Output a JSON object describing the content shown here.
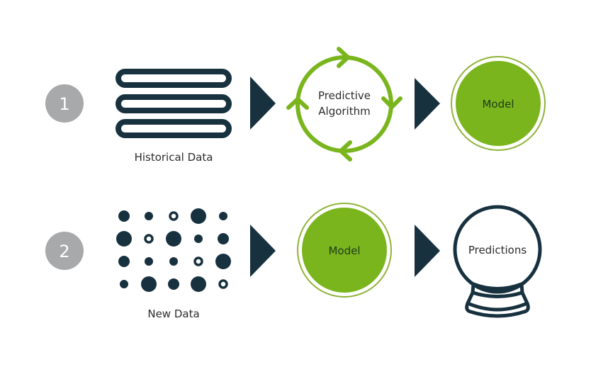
{
  "colors": {
    "dark": "#17313f",
    "green": "#7ab51d",
    "green_dark_ring": "#8fb33a",
    "step_badge": "#a8a9ab",
    "badge_text": "#ffffff",
    "text": "#2b2b2b",
    "model_text": "#1e3b1a"
  },
  "steps": [
    {
      "number": "1",
      "input_label": "Historical Data",
      "input_icon": "stacked-bars-icon",
      "process_label_line1": "Predictive",
      "process_label_line2": "Algorithm",
      "process_icon": "cycle-arrows-icon",
      "output_label": "Model",
      "output_icon": "green-disc-icon"
    },
    {
      "number": "2",
      "input_label": "New Data",
      "input_icon": "dot-grid-icon",
      "process_label": "Model",
      "process_icon": "green-disc-icon",
      "output_label": "Predictions",
      "output_icon": "crystal-ball-icon"
    }
  ],
  "dot_grid": [
    [
      "m",
      "s",
      "r",
      "l",
      "s"
    ],
    [
      "l",
      "r",
      "l",
      "s",
      "m"
    ],
    [
      "m",
      "s",
      "s",
      "r",
      "l"
    ],
    [
      "s",
      "l",
      "m",
      "l",
      "r"
    ]
  ]
}
